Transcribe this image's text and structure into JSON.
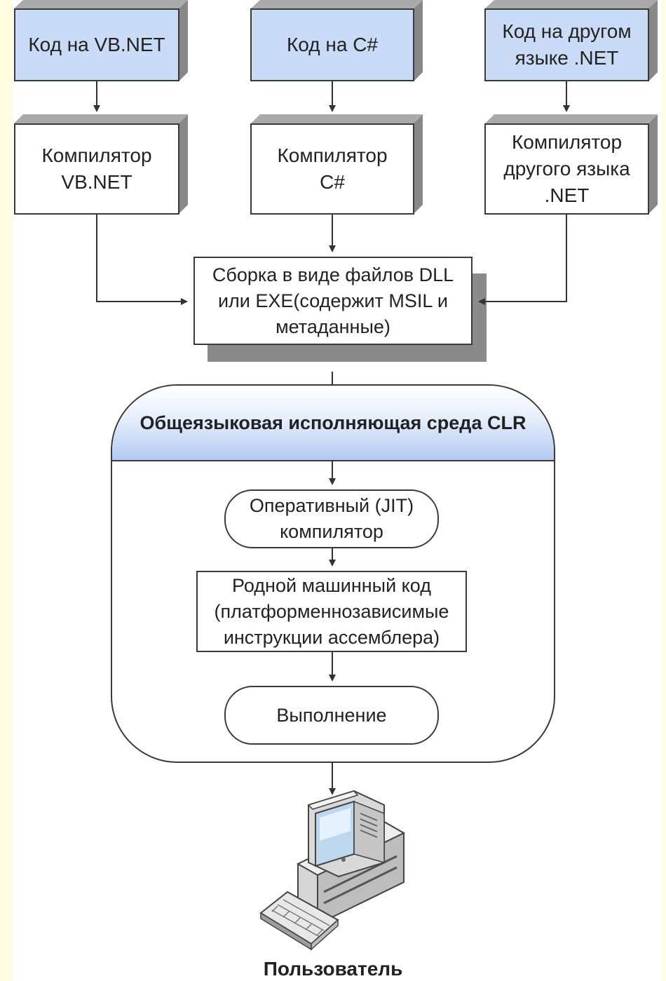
{
  "sources": {
    "vb": "Код на VB.NET",
    "cs": "Код на C#",
    "other": "Код на другом\nязыке .NET"
  },
  "compilers": {
    "vb": "Компилятор\nVB.NET",
    "cs": "Компилятор\nC#",
    "other": "Компилятор\nдругого языка\n.NET"
  },
  "assembly": "Сборка в виде файлов DLL\nили EXE(содержит MSIL и\nметаданные)",
  "clr": {
    "title": "Общеязыковая исполняющая среда CLR",
    "jit": "Оперативный (JIT)\nкомпилятор",
    "native": "Родной машинный код\n(платформеннозависимые\nинструкции ассемблера)",
    "exec": "Выполнение"
  },
  "user_label": "Пользователь",
  "colors": {
    "page_background": "#fffde0",
    "source_fill": "#c9dbf7",
    "header_gradient_bottom": "#b3c9f2",
    "line": "#3a3a3a"
  },
  "icons": [
    "computer-icon",
    "keyboard-icon"
  ]
}
